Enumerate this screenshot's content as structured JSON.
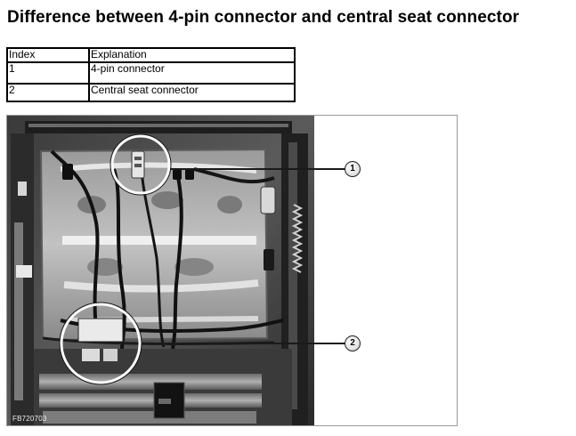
{
  "title": "Difference between 4-pin connector and central seat connector",
  "legend": {
    "header": {
      "index": "Index",
      "explanation": "Explanation"
    },
    "rows": [
      {
        "index": "1",
        "explanation": "4-pin connector"
      },
      {
        "index": "2",
        "explanation": "Central seat connector"
      }
    ]
  },
  "figure": {
    "id_label": "FB720703",
    "callouts": [
      "1",
      "2"
    ]
  }
}
